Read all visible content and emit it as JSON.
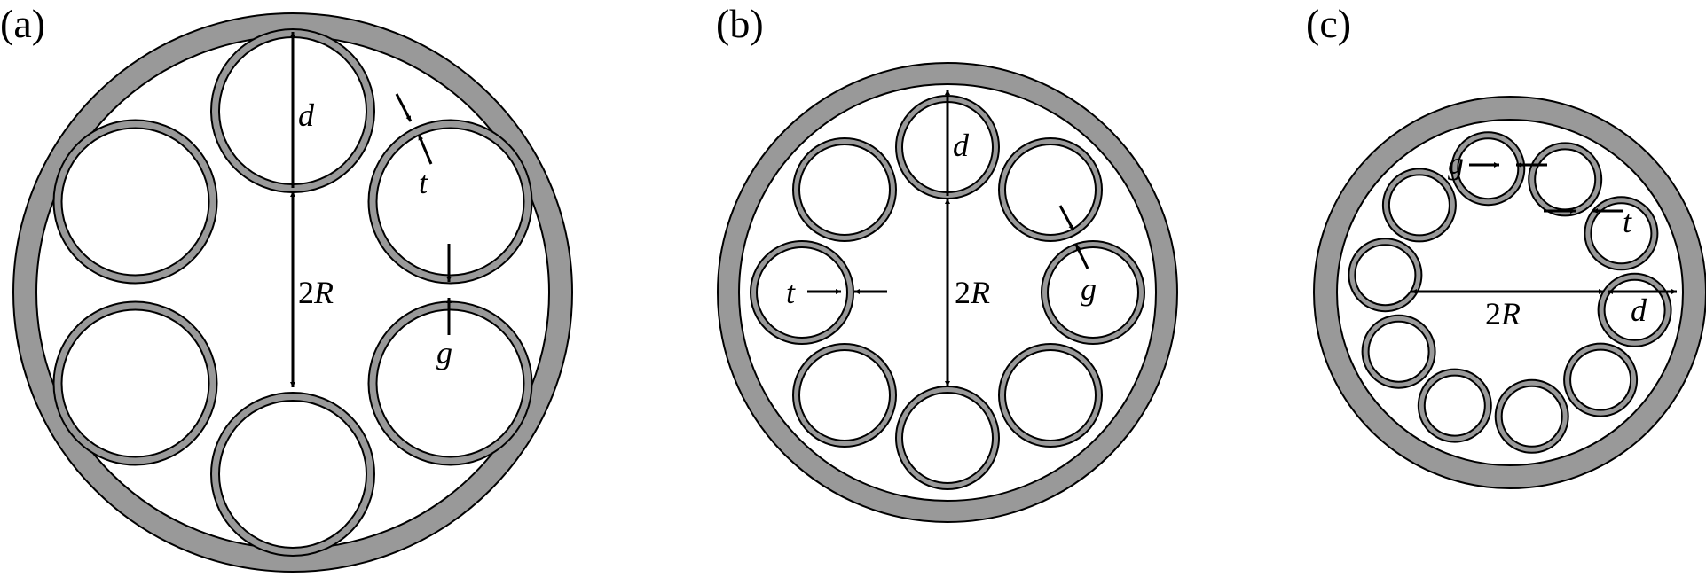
{
  "figure": {
    "panels": [
      {
        "id": "a",
        "tag": "(a)",
        "tube_count": 6,
        "labels": {
          "d": "d",
          "t": "t",
          "g": "g",
          "twoR_num": "2",
          "twoR_var": "R"
        }
      },
      {
        "id": "b",
        "tag": "(b)",
        "tube_count": 8,
        "labels": {
          "d": "d",
          "t": "t",
          "g": "g",
          "twoR_num": "2",
          "twoR_var": "R"
        }
      },
      {
        "id": "c",
        "tag": "(c)",
        "tube_count": 10,
        "labels": {
          "d": "d",
          "t": "t",
          "g": "g",
          "twoR_num": "2",
          "twoR_var": "R"
        }
      }
    ],
    "colors": {
      "cladding": "#999999",
      "tube_wall": "#999999",
      "outline": "#000000",
      "core": "#ffffff"
    }
  }
}
